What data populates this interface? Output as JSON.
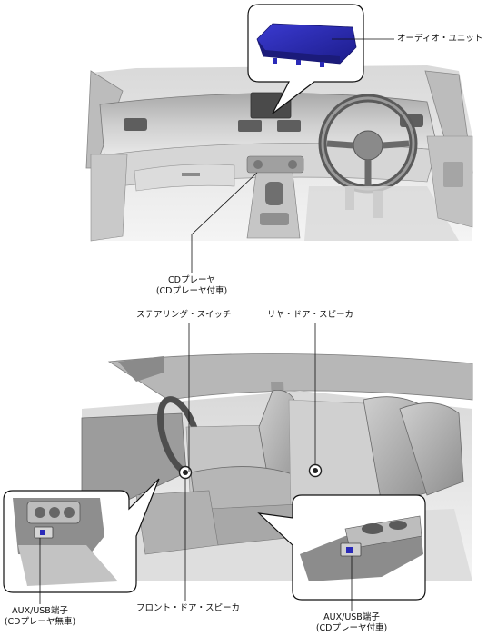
{
  "labels": {
    "audio_unit": "オーディオ・ユニット",
    "cd_player_line1": "CDプレーヤ",
    "cd_player_line2": "(CDプレーヤ付車)",
    "steering_switch": "ステアリング・スイッチ",
    "rear_door_speaker": "リヤ・ドア・スピーカ",
    "front_door_speaker": "フロント・ドア・スピーカ",
    "aux_usb_no_cd_line1": "AUX/USB端子",
    "aux_usb_no_cd_line2": "(CDプレーヤ無車)",
    "aux_usb_cd_line1": "AUX/USB端子",
    "aux_usb_cd_line2": "(CDプレーヤ付車)"
  },
  "colors": {
    "highlight": "#2a2ab8",
    "line": "#111111",
    "car_light": "#e6e6e6",
    "car_mid": "#bdbdbd",
    "car_dark": "#7a7a7a"
  }
}
